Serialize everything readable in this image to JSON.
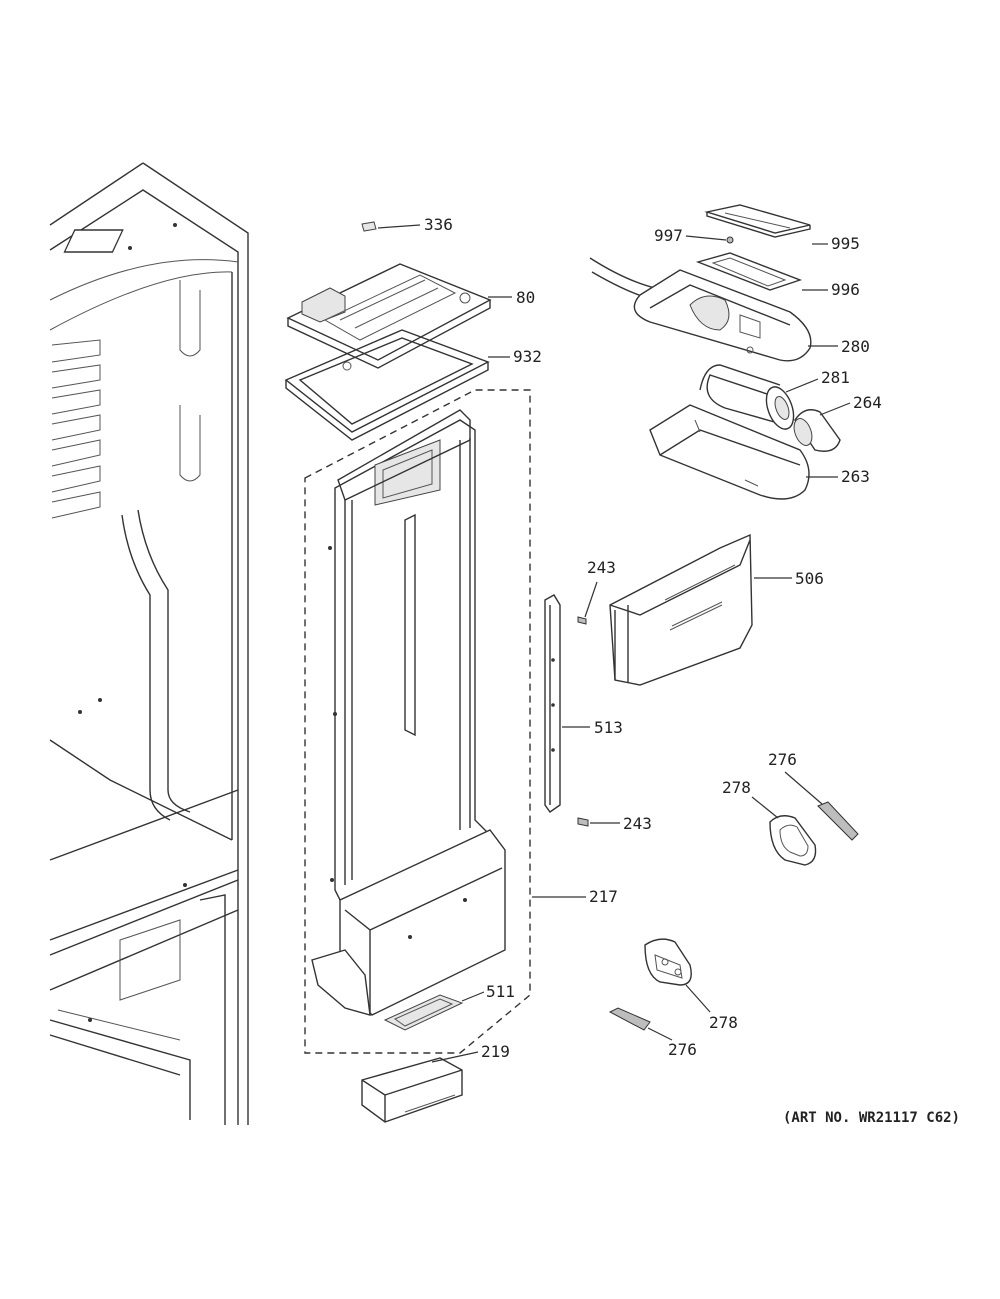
{
  "labels": {
    "p336": "336",
    "p80": "80",
    "p932": "932",
    "p997": "997",
    "p995": "995",
    "p996": "996",
    "p280": "280",
    "p281": "281",
    "p264": "264",
    "p263": "263",
    "p506": "506",
    "p243a": "243",
    "p243b": "243",
    "p513": "513",
    "p217": "217",
    "p276a": "276",
    "p278a": "278",
    "p511": "511",
    "p219": "219",
    "p278b": "278",
    "p276b": "276"
  },
  "art_number": "(ART NO. WR21117 C62)"
}
